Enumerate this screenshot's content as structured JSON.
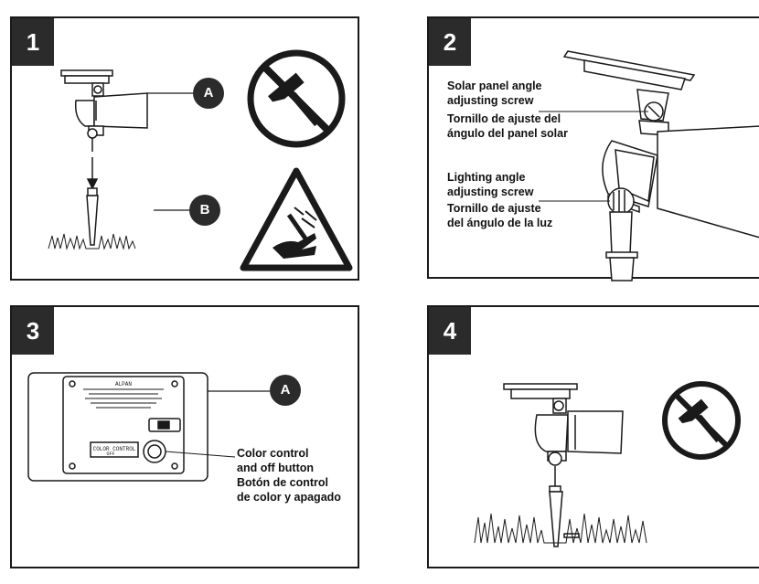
{
  "panels": [
    {
      "number": "1",
      "callouts": [
        "A",
        "B"
      ]
    },
    {
      "number": "2",
      "labels": {
        "solar_en": [
          "Solar panel angle",
          "adjusting screw"
        ],
        "solar_es": [
          "Tornillo de ajuste del",
          "ángulo del panel solar"
        ],
        "light_en": [
          "Lighting angle",
          "adjusting screw"
        ],
        "light_es": [
          "Tornillo de ajuste",
          "del ángulo de la luz"
        ]
      }
    },
    {
      "number": "3",
      "callouts": [
        "A"
      ],
      "labels": {
        "button_en": [
          "Color control",
          "and off button"
        ],
        "button_es": [
          "Botón de control",
          "de color y apagado"
        ]
      }
    },
    {
      "number": "4"
    }
  ],
  "device_label": {
    "top": "ALPAN",
    "switch": "COLOR CONTROL",
    "off": "OFF"
  },
  "icons": [
    "no-hammer-icon",
    "hand-hazard-warning-icon",
    "no-hammer-icon"
  ],
  "colors": {
    "ink": "#1a1a1a",
    "badge": "#2b2b2b",
    "background": "#ffffff"
  }
}
